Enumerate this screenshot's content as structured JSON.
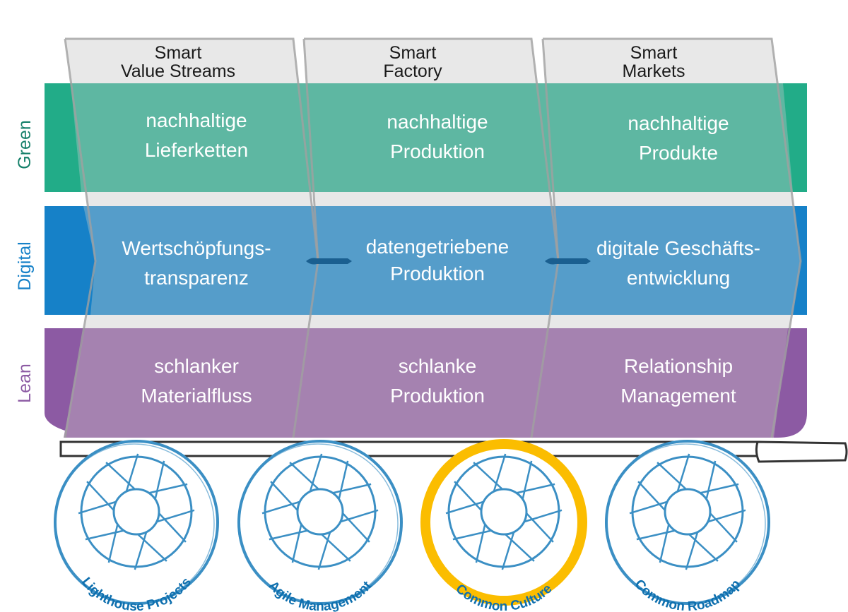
{
  "diagram": {
    "columns": [
      {
        "title_line1": "Smart",
        "title_line2": "Value Streams"
      },
      {
        "title_line1": "Smart",
        "title_line2": "Factory"
      },
      {
        "title_line1": "Smart",
        "title_line2": "Markets"
      }
    ],
    "rows": [
      {
        "label": "Green",
        "color": "#22ac88",
        "fill_color": "#5eb7a2",
        "cells": [
          {
            "line1": "nachhaltige",
            "line2": "Lieferketten"
          },
          {
            "line1": "nachhaltige",
            "line2": "Produktion"
          },
          {
            "line1": "nachhaltige",
            "line2": "Produkte"
          }
        ]
      },
      {
        "label": "Digital",
        "color": "#1681c8",
        "fill_color": "#559dca",
        "cells": [
          {
            "line1": "Wertschöpfungs-",
            "line2": "transparenz"
          },
          {
            "line1": "datengetriebene",
            "line2": "Produktion"
          },
          {
            "line1": "digitale Geschäfts-",
            "line2": "entwicklung"
          }
        ]
      },
      {
        "label": "Lean",
        "color": "#8c5aa3",
        "fill_color": "#a582b0",
        "cells": [
          {
            "line1": "schlanker",
            "line2": "Materialfluss"
          },
          {
            "line1": "schlanke",
            "line2": "Produktion"
          },
          {
            "line1": "Relationship",
            "line2": "Management"
          }
        ]
      }
    ],
    "wheels": [
      {
        "label": "Lighthouse Projects",
        "highlighted": false
      },
      {
        "label": "Agile Management",
        "highlighted": false
      },
      {
        "label": "Common Culture",
        "highlighted": true
      },
      {
        "label": "Common Roadmap",
        "highlighted": false
      }
    ],
    "colors": {
      "wheel_blue": "#3b8fc4",
      "wheel_text": "#0e6fae",
      "highlight_ring": "#fbbd00",
      "column_fill": "#e8e8e8",
      "column_stroke": "#9a9a9a"
    }
  }
}
